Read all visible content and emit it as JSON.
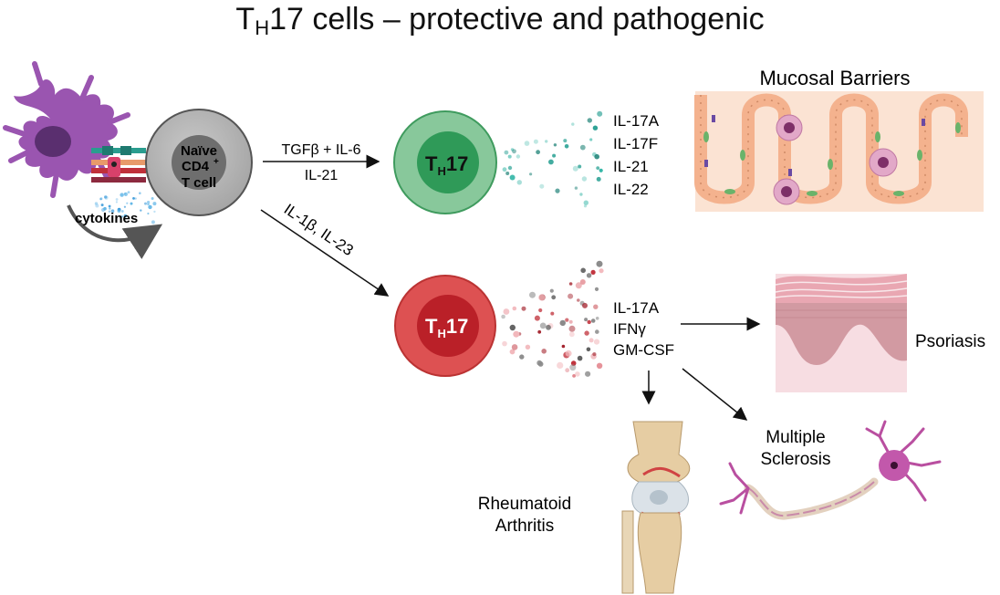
{
  "title": {
    "main": "T",
    "sub": "H",
    "rest": "17 cells – protective and pathogenic"
  },
  "naive_cell": {
    "line1": "Naïve",
    "line2": "CD4",
    "sup": "+",
    "line3": "T cell"
  },
  "cytokines_label": "cytokines",
  "protective_path": {
    "signal_top": "TGFβ + IL-6",
    "signal_bottom": "IL-21",
    "cell_label": "T",
    "cell_sub": "H",
    "cell_num": "17",
    "cytokines": [
      "IL-17A",
      "IL-17F",
      "IL-21",
      "IL-22"
    ],
    "target": "Mucosal Barriers"
  },
  "pathogenic_path": {
    "signal": "IL-1β, IL-23",
    "cell_label": "T",
    "cell_sub": "H",
    "cell_num": "17",
    "cytokines": [
      "IL-17A",
      "IFNγ",
      "GM-CSF"
    ],
    "diseases": {
      "psoriasis": "Psoriasis",
      "ms_line1": "Multiple",
      "ms_line2": "Sclerosis",
      "ra_line1": "Rheumatoid",
      "ra_line2": "Arthritis"
    }
  },
  "colors": {
    "dendritic": "#9b59b6",
    "naive": "#a8a8a8",
    "protective_outer": "#86c79a",
    "protective_inner": "#2e9b5a",
    "pathogenic_outer": "#dc4a4a",
    "pathogenic_inner": "#b8202a",
    "teal_dot": "#1f9c8e",
    "mucosa": "#f8dcc8",
    "skin": "#e6a7ad"
  }
}
